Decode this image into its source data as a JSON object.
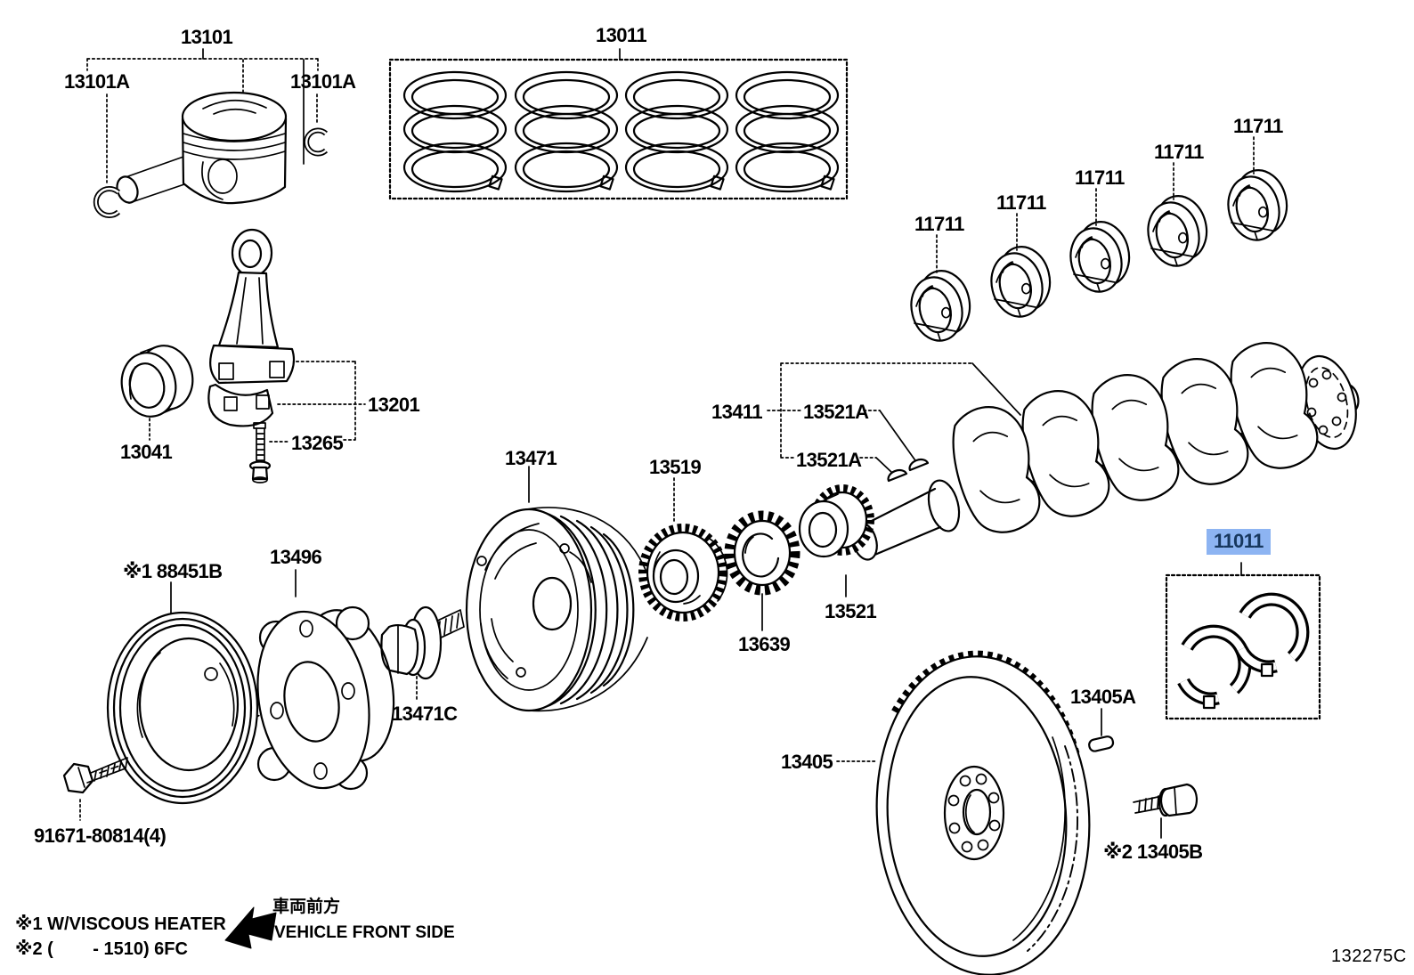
{
  "drawing_code": "132275C",
  "highlight": {
    "selected_part": "11011",
    "bg": "#8db4f2",
    "fg": "#17375e"
  },
  "labels": {
    "p13101": "13101",
    "p13101a": "13101A",
    "p13011": "13011",
    "p11711": "11711",
    "p13201": "13201",
    "p13265": "13265",
    "p13041": "13041",
    "p13471": "13471",
    "p13496": "13496",
    "p13471c": "13471C",
    "p13519": "13519",
    "p13639": "13639",
    "p13521": "13521",
    "p13411": "13411",
    "p13521a": "13521A",
    "p88451b": "※1 88451B",
    "p91671": "91671-80814(4)",
    "p13405": "13405",
    "p13405a": "13405A",
    "p13405b": "※2 13405B",
    "p11011": "11011"
  },
  "notes": {
    "note1": "※1 W/VISCOUS HEATER",
    "note2": "※2 (        - 1510) 6FC"
  },
  "front_direction": {
    "jp": "車両前方",
    "en": "VEHICLE FRONT SIDE"
  }
}
